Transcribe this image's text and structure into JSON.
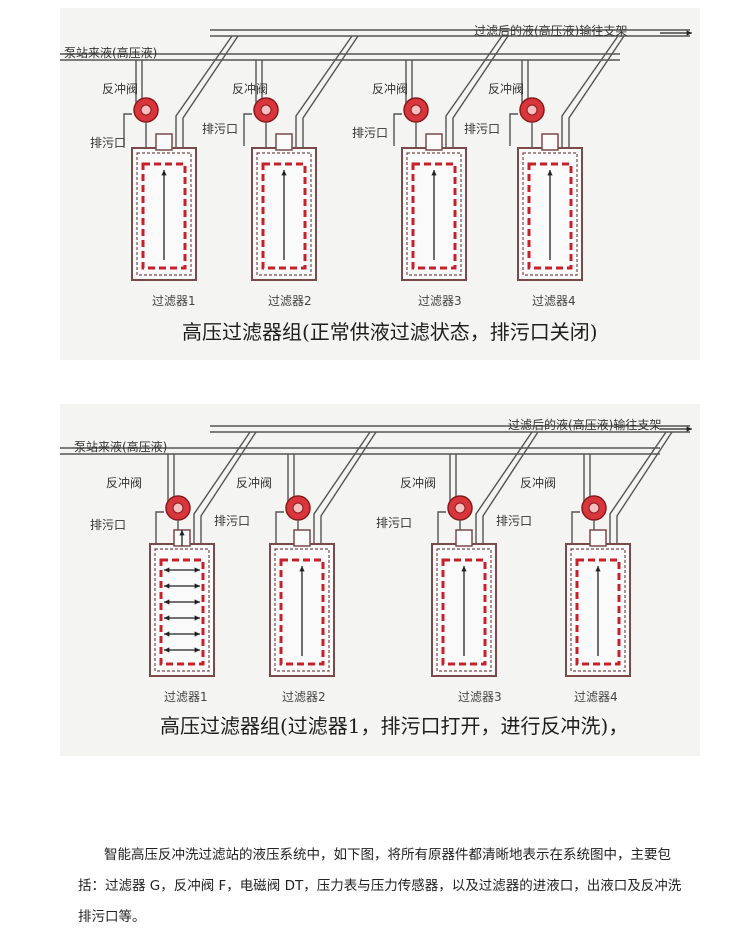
{
  "diagram1": {
    "pump_inlet": "泵站来液(高压液)",
    "outlet": "过滤后的液(高压液)输往支架",
    "backflush_valve": "反冲阀",
    "drain": "排污口",
    "filters": [
      "过滤器1",
      "过滤器2",
      "过滤器3",
      "过滤器4"
    ],
    "caption": "高压过滤器组(正常供液过滤状态，排污口关闭)",
    "backflush_filter_index": -1
  },
  "diagram2": {
    "pump_inlet": "泵站来液(高压液)",
    "outlet": "过滤后的液(高压液)输往支架",
    "backflush_valve": "反冲阀",
    "drain": "排污口",
    "filters": [
      "过滤器1",
      "过滤器2",
      "过滤器3",
      "过滤器4"
    ],
    "caption": "高压过滤器组(过滤器1，排污口打开，进行反冲洗)，",
    "backflush_filter_index": 0
  },
  "paragraph": "智能高压反冲洗过滤站的液压系统中，如下图，将所有原器件都清晰地表示在系统图中，主要包括：过滤器 G，反冲阀 F，电磁阀 DT，压力表与压力传感器，以及过滤器的进液口，出液口及反冲洗排污口等。",
  "colors": {
    "pipe": "#555555",
    "filter_element": "#c8202a",
    "valve": "#d8363c",
    "housing": "#7a4a4a"
  }
}
